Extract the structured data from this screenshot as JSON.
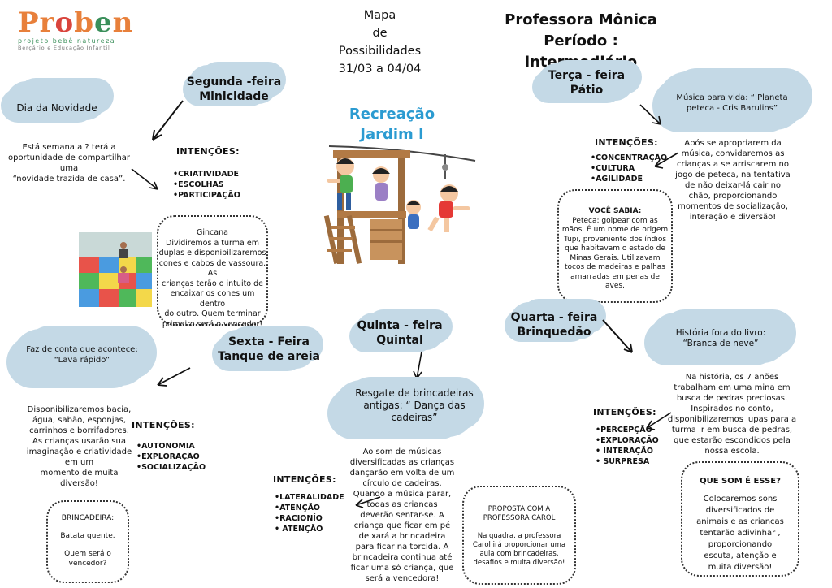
{
  "logo": {
    "letters": [
      {
        "ch": "P",
        "color": "#e8803b"
      },
      {
        "ch": "r",
        "color": "#e8803b"
      },
      {
        "ch": "o",
        "color": "#d9443c"
      },
      {
        "ch": "b",
        "color": "#e8803b"
      },
      {
        "ch": "e",
        "color": "#3a8f5a"
      },
      {
        "ch": "n",
        "color": "#e8803b"
      }
    ],
    "line1": "projeto bebê natureza",
    "line2": "Berçário e Educação Infantil"
  },
  "header": {
    "mapa": "Mapa",
    "de": "de",
    "possibilidades": "Possibilidades",
    "dates": "31/03 a 04/04",
    "professora": "Professora Mônica",
    "periodo": "Período : intermediário"
  },
  "center": {
    "line1": "Recreação",
    "line2": "Jardim I",
    "color": "#2b9bd1"
  },
  "segunda": {
    "day1": "Segunda -feira",
    "day2": "Minicidade",
    "cloud_title": "Dia da Novidade",
    "desc1": "Está semana a ?  terá a",
    "desc2": "oportunidade de compartilhar uma",
    "desc3": "“novidade trazida de casa”.",
    "int_title": "INTENÇÕES:",
    "intencoes": [
      "•CRIATIVIDADE",
      "•ESCOLHAS",
      "•PARTICIPAÇÃO"
    ],
    "box_title": "Gincana",
    "box_lines": [
      "Dividiremos a turma em",
      "duplas e disponibilizaremos",
      "cones e cabos de vassoura. As",
      "crianças terão o intuito de",
      "encaixar os cones um dentro",
      "do outro. Quem terminar",
      "primeiro será o vencedor!"
    ]
  },
  "terca": {
    "day1": "Terça - feira",
    "day2": "Pátio",
    "cloud_line1": "Música para vida: “ Planeta",
    "cloud_line2": "peteca - Cris Barulins”",
    "int_title": "INTENÇÕES:",
    "intencoes": [
      "•CONCENTRAÇÃO",
      "•CULTURA",
      "•AGILIDADE"
    ],
    "desc": [
      "Após se apropriarem da",
      "música, convidaremos as",
      "crianças a se arriscarem no",
      "jogo de peteca, na tentativa",
      "de não deixar-lá cair no",
      "chão, proporcionando",
      "momentos de socialização,",
      "interação e diversão!"
    ],
    "box_title": "VOCÊ SABIA:",
    "box_lines": [
      "Peteca: golpear com as",
      "mãos. É um nome de origem",
      "Tupi, proveniente dos índios",
      "que habitavam o estado de",
      "Minas Gerais. Utilizavam",
      "tocos de madeiras e palhas",
      "amarradas em penas de",
      "aves."
    ]
  },
  "quarta": {
    "day1": "Quarta - feira",
    "day2": "Brinquedão",
    "cloud_line1": "História fora do livro:",
    "cloud_line2": "“Branca de neve”",
    "desc": [
      "Na história, os 7 anões",
      "trabalham em uma mina em",
      "busca de pedras preciosas.",
      "Inspirados no conto,",
      "disponibilizaremos lupas para a",
      "turma ir em busca de pedras,",
      "que estarão escondidos pela",
      "nossa escola."
    ],
    "int_title": "INTENÇÕES:",
    "intencoes": [
      "•PERCEPÇÃO",
      "•EXPLORAÇÃO",
      "• INTERAÇÃO",
      "• SURPRESA"
    ],
    "box_title": "QUE SOM É ESSE?",
    "box_lines": [
      "Colocaremos sons",
      "diversificados de",
      "animais e as crianças",
      "tentarão adivinhar ,",
      "proporcionando",
      "escuta, atenção e",
      "muita diversão!"
    ]
  },
  "quinta": {
    "day1": "Quinta - feira",
    "day2": "Quintal",
    "cloud_line1": "Resgate de brincadeiras",
    "cloud_line2": "antigas: “ Dança das",
    "cloud_line3": "cadeiras”",
    "desc": [
      "Ao som de músicas",
      "diversificadas as crianças",
      "dançarão em volta de um",
      "círculo de cadeiras.",
      "Quando a música parar,",
      "todas as crianças",
      "deverão sentar-se. A",
      "criança que ficar em pé",
      "deixará a brincadeira",
      "para ficar na torcida. A",
      "brincadeira continua até",
      "ficar uma só criança, que",
      "será a vencedora!"
    ],
    "int_title": "INTENÇÕES:",
    "intencoes": [
      "•LATERALIDADE",
      "•ATENÇÃO",
      "•RACIONÍO",
      "• ATENÇÃO"
    ],
    "box_lines": [
      "PROPOSTA COM A",
      "PROFESSORA CAROL",
      "",
      "Na quadra, a professora",
      "Carol irá proporcionar uma",
      "aula com brincadeiras,",
      "desafios e muita diversão!"
    ]
  },
  "sexta": {
    "day1": "Sexta - Feira",
    "day2": "Tanque de areia",
    "cloud_line1": "Faz de conta que acontece:",
    "cloud_line2": "“Lava rápido”",
    "desc": [
      "Disponibilizaremos bacia,",
      "água, sabão, esponjas,",
      "carrinhos e borrifadores.",
      "As crianças usarão sua",
      "imaginação e criatividade",
      "em um",
      "momento de muita",
      "diversão!"
    ],
    "int_title": "INTENÇÕES:",
    "intencoes": [
      "•AUTONOMIA",
      "•EXPLORAÇÃO",
      "•SOCIALIZAÇÃO"
    ],
    "box_lines": [
      "BRINCADEIRA:",
      "",
      "Batata quente.",
      "",
      "Quem será o",
      "vencedor?"
    ]
  }
}
